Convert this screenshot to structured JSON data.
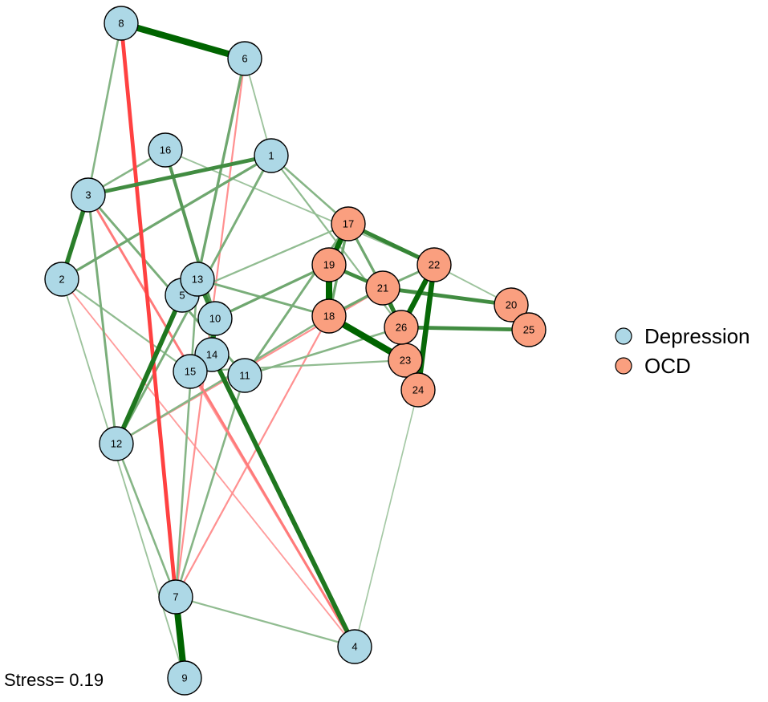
{
  "colors": {
    "depression_fill": "#add8e6",
    "ocd_fill": "#fa9f7f",
    "node_stroke": "#000000",
    "positive_edge": "#006400",
    "negative_edge": "#ff0000"
  },
  "legend": [
    {
      "label": "Depression",
      "group": "depression"
    },
    {
      "label": "OCD",
      "group": "ocd"
    }
  ],
  "stress": {
    "label": "Stress= 0.19"
  },
  "nodes": [
    {
      "id": "1",
      "group": "depression"
    },
    {
      "id": "2",
      "group": "depression"
    },
    {
      "id": "3",
      "group": "depression"
    },
    {
      "id": "4",
      "group": "depression"
    },
    {
      "id": "5",
      "group": "depression"
    },
    {
      "id": "6",
      "group": "depression"
    },
    {
      "id": "7",
      "group": "depression"
    },
    {
      "id": "8",
      "group": "depression"
    },
    {
      "id": "9",
      "group": "depression"
    },
    {
      "id": "10",
      "group": "depression"
    },
    {
      "id": "11",
      "group": "depression"
    },
    {
      "id": "12",
      "group": "depression"
    },
    {
      "id": "13",
      "group": "depression"
    },
    {
      "id": "14",
      "group": "depression"
    },
    {
      "id": "15",
      "group": "depression"
    },
    {
      "id": "16",
      "group": "depression"
    },
    {
      "id": "17",
      "group": "ocd"
    },
    {
      "id": "18",
      "group": "ocd"
    },
    {
      "id": "19",
      "group": "ocd"
    },
    {
      "id": "20",
      "group": "ocd"
    },
    {
      "id": "21",
      "group": "ocd"
    },
    {
      "id": "22",
      "group": "ocd"
    },
    {
      "id": "23",
      "group": "ocd"
    },
    {
      "id": "24",
      "group": "ocd"
    },
    {
      "id": "25",
      "group": "ocd"
    },
    {
      "id": "26",
      "group": "ocd"
    }
  ],
  "edges": [
    {
      "from": "8",
      "to": "6",
      "sign": "positive",
      "weight": 1.0
    },
    {
      "from": "8",
      "to": "7",
      "sign": "negative",
      "weight": 0.55
    },
    {
      "from": "7",
      "to": "9",
      "sign": "positive",
      "weight": 1.0
    },
    {
      "from": "3",
      "to": "2",
      "sign": "positive",
      "weight": 0.65
    },
    {
      "from": "3",
      "to": "1",
      "sign": "positive",
      "weight": 0.55
    },
    {
      "from": "12",
      "to": "5",
      "sign": "positive",
      "weight": 0.7
    },
    {
      "from": "14",
      "to": "4",
      "sign": "positive",
      "weight": 0.7
    },
    {
      "from": "10",
      "to": "14",
      "sign": "positive",
      "weight": 0.7
    },
    {
      "from": "13",
      "to": "10",
      "sign": "positive",
      "weight": 0.6
    },
    {
      "from": "16",
      "to": "10",
      "sign": "positive",
      "weight": 0.45
    },
    {
      "from": "2",
      "to": "1",
      "sign": "positive",
      "weight": 0.35
    },
    {
      "from": "3",
      "to": "12",
      "sign": "positive",
      "weight": 0.3
    },
    {
      "from": "8",
      "to": "3",
      "sign": "positive",
      "weight": 0.25
    },
    {
      "from": "6",
      "to": "13",
      "sign": "positive",
      "weight": 0.35
    },
    {
      "from": "6",
      "to": "7",
      "sign": "negative",
      "weight": 0.2
    },
    {
      "from": "6",
      "to": "1",
      "sign": "positive",
      "weight": 0.15
    },
    {
      "from": "3",
      "to": "11",
      "sign": "positive",
      "weight": 0.3
    },
    {
      "from": "3",
      "to": "4",
      "sign": "negative",
      "weight": 0.3
    },
    {
      "from": "3",
      "to": "16",
      "sign": "positive",
      "weight": 0.25
    },
    {
      "from": "1",
      "to": "12",
      "sign": "positive",
      "weight": 0.3
    },
    {
      "from": "1",
      "to": "17",
      "sign": "positive",
      "weight": 0.25
    },
    {
      "from": "1",
      "to": "26",
      "sign": "positive",
      "weight": 0.2
    },
    {
      "from": "16",
      "to": "22",
      "sign": "positive",
      "weight": 0.15
    },
    {
      "from": "2",
      "to": "9",
      "sign": "positive",
      "weight": 0.15
    },
    {
      "from": "2",
      "to": "4",
      "sign": "negative",
      "weight": 0.15
    },
    {
      "from": "2",
      "to": "15",
      "sign": "positive",
      "weight": 0.2
    },
    {
      "from": "12",
      "to": "7",
      "sign": "positive",
      "weight": 0.25
    },
    {
      "from": "12",
      "to": "18",
      "sign": "positive",
      "weight": 0.25
    },
    {
      "from": "12",
      "to": "21",
      "sign": "negative",
      "weight": 0.2
    },
    {
      "from": "7",
      "to": "4",
      "sign": "positive",
      "weight": 0.2
    },
    {
      "from": "7",
      "to": "13",
      "sign": "positive",
      "weight": 0.25
    },
    {
      "from": "7",
      "to": "11",
      "sign": "positive",
      "weight": 0.25
    },
    {
      "from": "7",
      "to": "18",
      "sign": "negative",
      "weight": 0.2
    },
    {
      "from": "4",
      "to": "24",
      "sign": "positive",
      "weight": 0.12
    },
    {
      "from": "4",
      "to": "15",
      "sign": "negative",
      "weight": 0.15
    },
    {
      "from": "10",
      "to": "19",
      "sign": "positive",
      "weight": 0.35
    },
    {
      "from": "11",
      "to": "17",
      "sign": "positive",
      "weight": 0.3
    },
    {
      "from": "11",
      "to": "26",
      "sign": "positive",
      "weight": 0.25
    },
    {
      "from": "15",
      "to": "23",
      "sign": "positive",
      "weight": 0.2
    },
    {
      "from": "13",
      "to": "18",
      "sign": "positive",
      "weight": 0.3
    },
    {
      "from": "5",
      "to": "17",
      "sign": "positive",
      "weight": 0.2
    },
    {
      "from": "17",
      "to": "19",
      "sign": "positive",
      "weight": 0.8
    },
    {
      "from": "19",
      "to": "18",
      "sign": "positive",
      "weight": 1.0
    },
    {
      "from": "18",
      "to": "23",
      "sign": "positive",
      "weight": 1.0
    },
    {
      "from": "17",
      "to": "22",
      "sign": "positive",
      "weight": 0.6
    },
    {
      "from": "19",
      "to": "21",
      "sign": "positive",
      "weight": 0.55
    },
    {
      "from": "21",
      "to": "26",
      "sign": "positive",
      "weight": 0.65
    },
    {
      "from": "22",
      "to": "24",
      "sign": "positive",
      "weight": 0.8
    },
    {
      "from": "22",
      "to": "26",
      "sign": "positive",
      "weight": 0.8
    },
    {
      "from": "21",
      "to": "20",
      "sign": "positive",
      "weight": 0.55
    },
    {
      "from": "26",
      "to": "25",
      "sign": "positive",
      "weight": 0.55
    },
    {
      "from": "17",
      "to": "21",
      "sign": "positive",
      "weight": 0.35
    },
    {
      "from": "18",
      "to": "21",
      "sign": "positive",
      "weight": 0.35
    },
    {
      "from": "22",
      "to": "20",
      "sign": "positive",
      "weight": 0.15
    },
    {
      "from": "21",
      "to": "22",
      "sign": "positive",
      "weight": 0.3
    },
    {
      "from": "26",
      "to": "23",
      "sign": "positive",
      "weight": 0.35
    },
    {
      "from": "23",
      "to": "24",
      "sign": "positive",
      "weight": 0.3
    },
    {
      "from": "17",
      "to": "18",
      "sign": "positive",
      "weight": 0.35
    }
  ]
}
